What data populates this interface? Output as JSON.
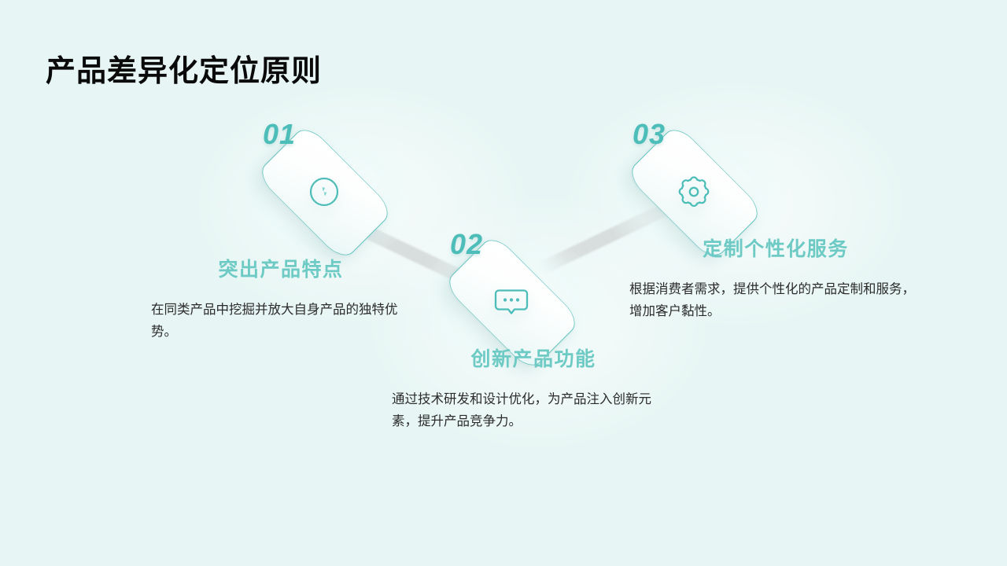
{
  "page": {
    "title": "产品差异化定位原则",
    "background_color": "#e7f6f4",
    "accent_color": "#4cbdb8",
    "heading_color": "#6ecac4",
    "body_text_color": "#2b2b2b",
    "title_color": "#0a0a0a"
  },
  "nodes": [
    {
      "number": "01",
      "icon": "discount-tag-icon",
      "icon_color": "#4cbdb8"
    },
    {
      "number": "02",
      "icon": "chat-bubble-icon",
      "icon_color": "#4cbdb8"
    },
    {
      "number": "03",
      "icon": "gear-icon",
      "icon_color": "#4cbdb8"
    }
  ],
  "blocks": [
    {
      "heading": "突出产品特点",
      "body": "在同类产品中挖掘并放大自身产品的独特优势。"
    },
    {
      "heading": "创新产品功能",
      "body": "通过技术研发和设计优化，为产品注入创新元素，提升产品竞争力。"
    },
    {
      "heading": "定制个性化服务",
      "body": "根据消费者需求，提供个性化的产品定制和服务，增加客户黏性。"
    }
  ]
}
